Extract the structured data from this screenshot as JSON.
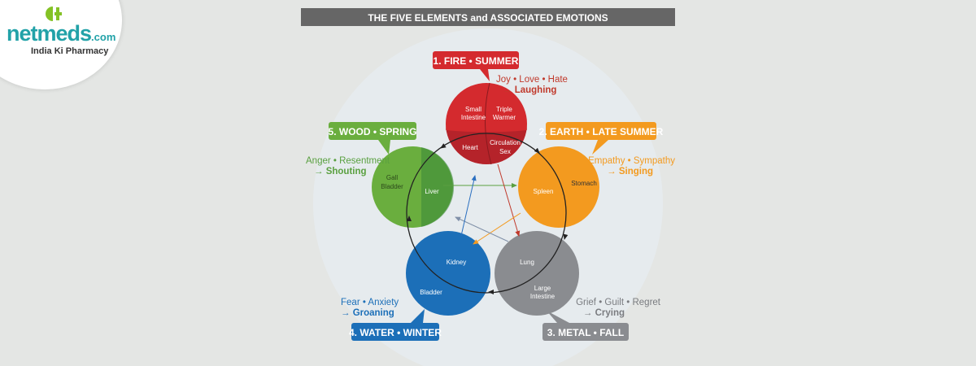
{
  "logo": {
    "brand": "netmeds",
    "suffix": ".com",
    "tagline": "India Ki Pharmacy"
  },
  "title": "THE FIVE ELEMENTS and ASSOCIATED EMOTIONS",
  "elements": {
    "fire": {
      "label": "1. FIRE • SUMMER",
      "emotions": "Joy • Love • Hate",
      "sound": "→ Laughing",
      "organs": [
        "Small",
        "Intestine",
        "Triple",
        "Warmer",
        "Heart",
        "Circulation",
        "Sex"
      ],
      "color": "#d42a2e"
    },
    "earth": {
      "label": "2. EARTH • LATE SUMMER",
      "emotions": "Empathy • Sympathy",
      "sound": "→ Singing",
      "organs": [
        "Spleen",
        "Stomach"
      ],
      "color": "#f39a1f"
    },
    "metal": {
      "label": "3. METAL • FALL",
      "emotions": "Grief • Guilt • Regret",
      "sound": "→ Crying",
      "organs": [
        "Lung",
        "Large",
        "Intestine"
      ],
      "color": "#8a8c90"
    },
    "water": {
      "label": "4. WATER • WINTER",
      "emotions": "Fear • Anxiety",
      "sound": "→ Groaning",
      "organs": [
        "Kidney",
        "Bladder"
      ],
      "color": "#1c6fb8"
    },
    "wood": {
      "label": "5. WOOD • SPRING",
      "emotions": "Anger • Resentment",
      "sound": "→ Shouting",
      "organs": [
        "Gall",
        "Bladder",
        "Liver"
      ],
      "color": "#6aae3e"
    }
  }
}
